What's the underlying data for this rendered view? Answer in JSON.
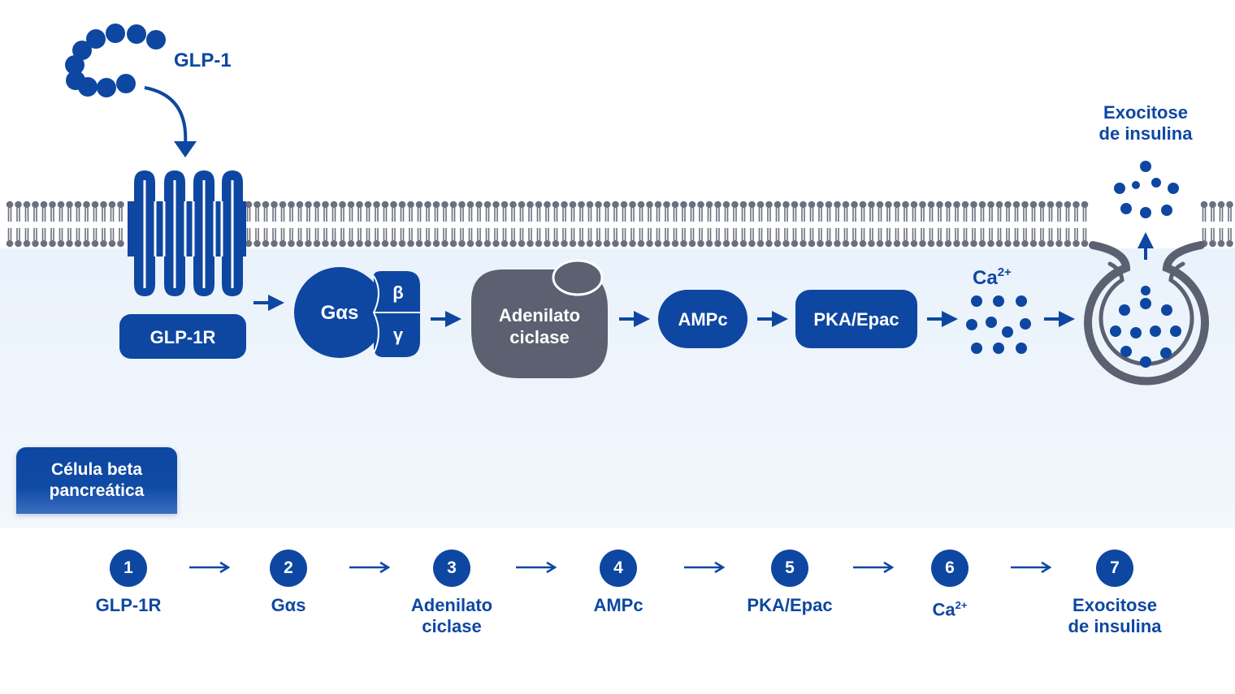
{
  "ligand": {
    "label": "GLP-1"
  },
  "receptor": {
    "label": "GLP-1R"
  },
  "g_protein": {
    "alpha_label": "Gαs",
    "beta_label": "β",
    "gamma_label": "γ"
  },
  "adenylate_cyclase": {
    "line1": "Adenilato",
    "line2": "ciclase"
  },
  "camp": {
    "label": "AMPc"
  },
  "pka_epac": {
    "label": "PKA/Epac"
  },
  "calcium": {
    "base": "Ca",
    "charge": "2+"
  },
  "exocytosis": {
    "line1": "Exocitose",
    "line2": "de insulina"
  },
  "cell": {
    "line1": "Célula beta",
    "line2": "pancreática"
  },
  "steps": [
    {
      "num": "1",
      "line1": "GLP-1R",
      "line2": ""
    },
    {
      "num": "2",
      "line1": "Gαs",
      "line2": ""
    },
    {
      "num": "3",
      "line1": "Adenilato",
      "line2": "ciclase"
    },
    {
      "num": "4",
      "line1": "AMPc",
      "line2": ""
    },
    {
      "num": "5",
      "line1": "PKA/Epac",
      "line2": ""
    },
    {
      "num": "6",
      "line1": "Ca",
      "sup": "2+",
      "line2": ""
    },
    {
      "num": "7",
      "line1": "Exocitose",
      "line2": "de insulina"
    }
  ],
  "colors": {
    "primary": "#0e47a1",
    "grey": "#5b6170",
    "membrane": "#6b7080",
    "cytoplasm": "#eef4fb"
  }
}
